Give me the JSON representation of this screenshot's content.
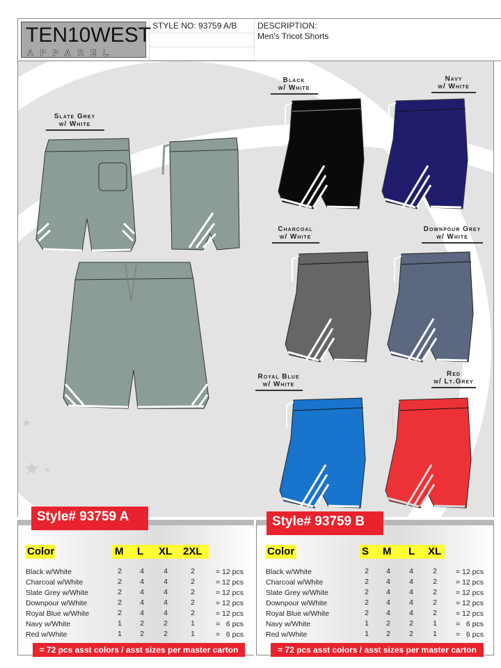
{
  "header": {
    "logo_top": "TEN10WEST",
    "logo_bottom": "APPAREL",
    "style_no": "STYLE NO: 93759 A/B",
    "description_label": "DESCRIPTION:",
    "description_value": "Men's Tricot Shorts"
  },
  "colorways": [
    {
      "label1": "Slate Grey",
      "label2": "w/ White",
      "fill": "#8c9c96",
      "stripe": "#ffffff"
    },
    {
      "label1": "Black",
      "label2": "w/ White",
      "fill": "#0a0a0a",
      "stripe": "#ffffff"
    },
    {
      "label1": "Navy",
      "label2": "w/ White",
      "fill": "#1f1d6b",
      "stripe": "#ffffff"
    },
    {
      "label1": "Charcoal",
      "label2": "w/ White",
      "fill": "#666666",
      "stripe": "#ffffff"
    },
    {
      "label1": "Downpour Grey",
      "label2": "w/ White",
      "fill": "#5c6880",
      "stripe": "#ffffff"
    },
    {
      "label1": "Royal Blue",
      "label2": "w/ White",
      "fill": "#1874cd",
      "stripe": "#ffffff"
    },
    {
      "label1": "Red",
      "label2": "w/ Lt.Grey",
      "fill": "#ec3236",
      "stripe": "#d8d8d8"
    }
  ],
  "table_a": {
    "title": "Style# 93759 A",
    "color_header": "Color",
    "sizes": [
      "M",
      "L",
      "XL",
      "2XL"
    ],
    "rows": [
      {
        "color": "Black w/White",
        "q": [
          "2",
          "4",
          "4",
          "2"
        ],
        "total": "= 12 pcs"
      },
      {
        "color": "Charcoal w/White",
        "q": [
          "2",
          "4",
          "4",
          "2"
        ],
        "total": "= 12 pcs"
      },
      {
        "color": "Slate Grey w/White",
        "q": [
          "2",
          "4",
          "4",
          "2"
        ],
        "total": "= 12 pcs"
      },
      {
        "color": "Downpour w/White",
        "q": [
          "2",
          "4",
          "4",
          "2"
        ],
        "total": "= 12 pcs"
      },
      {
        "color": "Royal Blue w/White",
        "q": [
          "2",
          "4",
          "4",
          "2"
        ],
        "total": "= 12 pcs"
      },
      {
        "color": "Navy w/White",
        "q": [
          "1",
          "2",
          "2",
          "1"
        ],
        "total": "=   6 pcs"
      },
      {
        "color": "Red w/White",
        "q": [
          "1",
          "2",
          "2",
          "1"
        ],
        "total": "=   6 pcs"
      }
    ],
    "footer": "= 72 pcs asst colors / asst sizes per master carton"
  },
  "table_b": {
    "title": "Style# 93759 B",
    "color_header": "Color",
    "sizes": [
      "S",
      "M",
      "L",
      "XL"
    ],
    "rows": [
      {
        "color": "Black w/White",
        "q": [
          "2",
          "4",
          "4",
          "2"
        ],
        "total": "= 12 pcs"
      },
      {
        "color": "Charcoal w/White",
        "q": [
          "2",
          "4",
          "4",
          "2"
        ],
        "total": "= 12 pcs"
      },
      {
        "color": "Slate Grey w/White",
        "q": [
          "2",
          "4",
          "4",
          "2"
        ],
        "total": "= 12 pcs"
      },
      {
        "color": "Downpour w/White",
        "q": [
          "2",
          "4",
          "4",
          "2"
        ],
        "total": "= 12 pcs"
      },
      {
        "color": "Royal Blue w/White",
        "q": [
          "2",
          "4",
          "4",
          "2"
        ],
        "total": "= 12 pcs"
      },
      {
        "color": "Navy w/White",
        "q": [
          "1",
          "2",
          "2",
          "1"
        ],
        "total": "=   6 pcs"
      },
      {
        "color": "Red w/White",
        "q": [
          "1",
          "2",
          "2",
          "1"
        ],
        "total": "=   6 pcs"
      }
    ],
    "footer": "= 72 pcs asst colors / asst sizes per master carton"
  }
}
